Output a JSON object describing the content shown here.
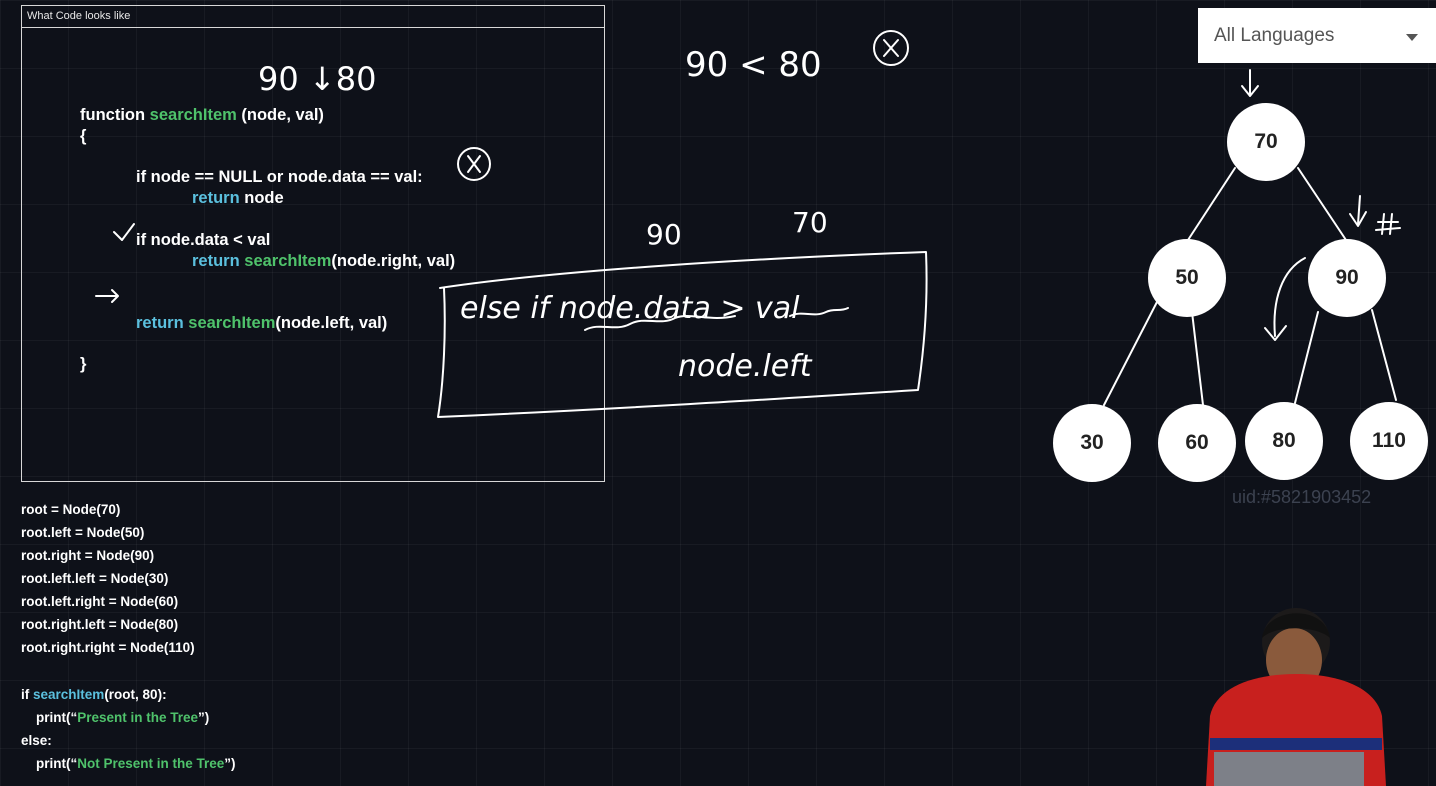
{
  "panel": {
    "title": "What Code looks like"
  },
  "code": {
    "fn_keyword": "function",
    "fn_name": "searchItem",
    "fn_params": "(node, val)",
    "open_brace": "{",
    "if1": "if node == NULL or node.data == val:",
    "return_kw": "return",
    "return_node": "node",
    "if2": "if node.data < val",
    "return_right_call": "searchItem",
    "return_right_args": "(node.right, val)",
    "return_left_call": "searchItem",
    "return_left_args": "(node.left, val)",
    "close_brace": "}"
  },
  "setup_lines": [
    "root = Node(70)",
    "root.left = Node(50)",
    "root.right = Node(90)",
    "root.left.left = Node(30)",
    "root.left.right = Node(60)",
    "root.right.left = Node(80)",
    "root.right.right = Node(110)"
  ],
  "driver": {
    "if_kw": "if",
    "call": "searchItem",
    "call_args": "(root, 80):",
    "print_open": "print(“",
    "present_msg": "Present in the Tree",
    "print_close": "”)",
    "else_kw": "else:",
    "not_present_msg": "Not Present in the Tree"
  },
  "language_select": {
    "selected": "All Languages"
  },
  "tree": {
    "root": "70",
    "l": "50",
    "r": "90",
    "ll": "30",
    "lr": "60",
    "rl": "80",
    "rr": "110"
  },
  "uid_label": "uid:#5821903452",
  "annotations": {
    "top_compare_1": "90 ↓80",
    "top_compare_2": "90 < 80",
    "num_90": "90",
    "num_70": "70",
    "else_if": "else if node.data > val",
    "node_left": "node.left"
  }
}
